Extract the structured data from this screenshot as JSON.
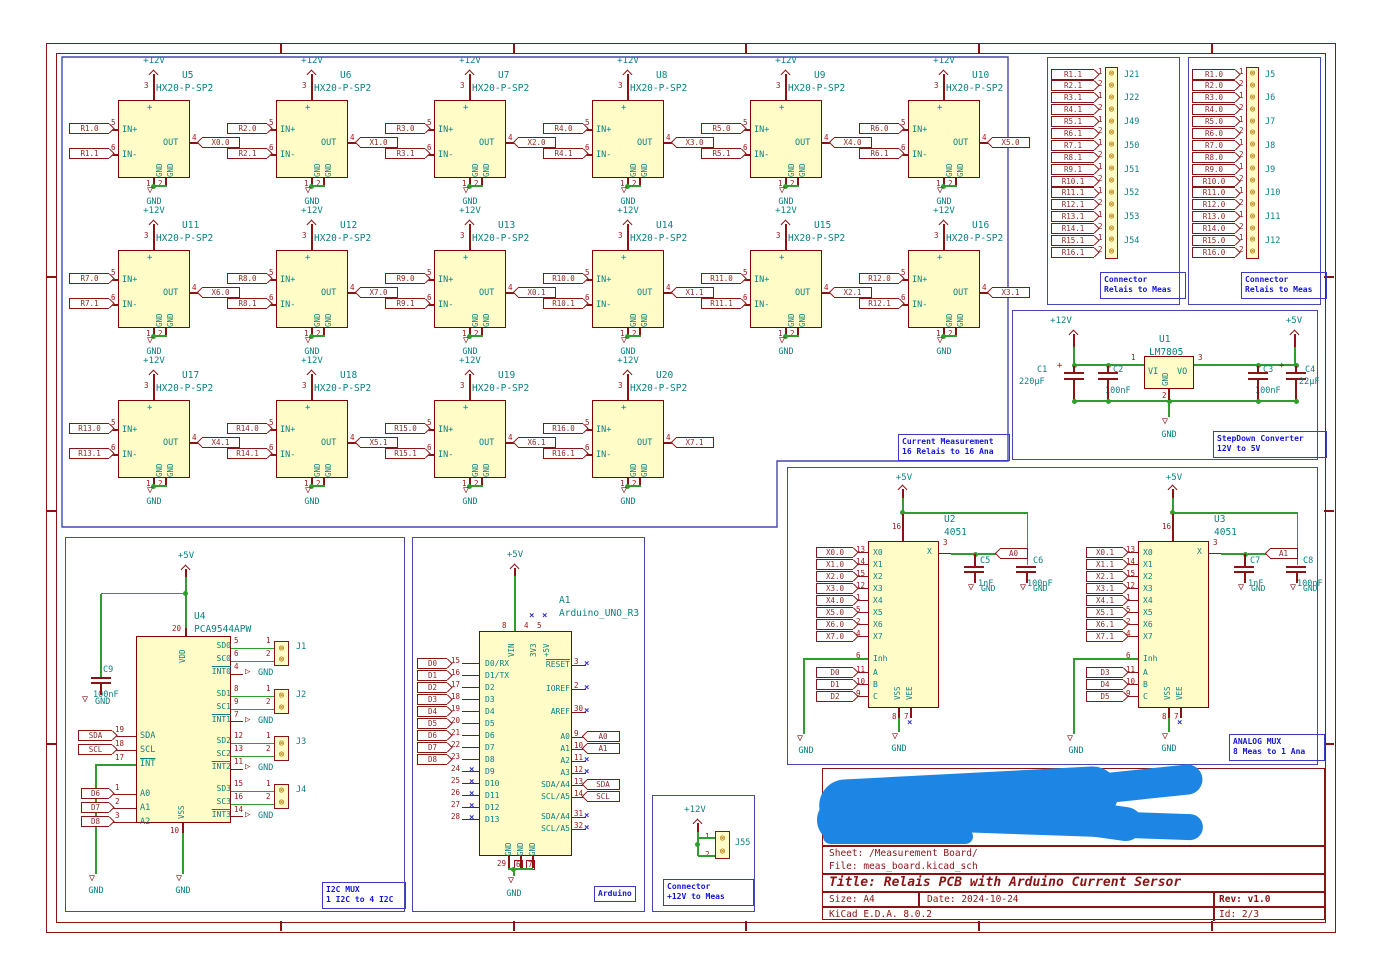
{
  "frame": {
    "cols": [
      "1",
      "2",
      "3",
      "4",
      "5",
      "6"
    ],
    "rows": [
      "A",
      "B",
      "C",
      "D"
    ]
  },
  "nets": {
    "gnd": "GND",
    "v12": "+12V",
    "v5": "+5V"
  },
  "relay_section": {
    "caption1": "Current Measurement",
    "caption2": "16 Relais to 16 Ana",
    "part": "HX20-P-SP2",
    "pins": {
      "plus": "3",
      "inp": "5",
      "inm": "6",
      "out": "4",
      "g1": "1",
      "g2": "2"
    },
    "pin_names": {
      "inp": "IN+",
      "inm": "IN-",
      "out": "OUT",
      "plus": "+",
      "gnd": "GND"
    },
    "relays": [
      {
        "ref": "U5",
        "inp": "R1.0",
        "inm": "R1.1",
        "out": "X0.0"
      },
      {
        "ref": "U6",
        "inp": "R2.0",
        "inm": "R2.1",
        "out": "X1.0"
      },
      {
        "ref": "U7",
        "inp": "R3.0",
        "inm": "R3.1",
        "out": "X2.0"
      },
      {
        "ref": "U8",
        "inp": "R4.0",
        "inm": "R4.1",
        "out": "X3.0"
      },
      {
        "ref": "U9",
        "inp": "R5.0",
        "inm": "R5.1",
        "out": "X4.0"
      },
      {
        "ref": "U10",
        "inp": "R6.0",
        "inm": "R6.1",
        "out": "X5.0"
      },
      {
        "ref": "U11",
        "inp": "R7.0",
        "inm": "R7.1",
        "out": "X6.0"
      },
      {
        "ref": "U12",
        "inp": "R8.0",
        "inm": "R8.1",
        "out": "X7.0"
      },
      {
        "ref": "U13",
        "inp": "R9.0",
        "inm": "R9.1",
        "out": "X0.1"
      },
      {
        "ref": "U14",
        "inp": "R10.0",
        "inm": "R10.1",
        "out": "X1.1"
      },
      {
        "ref": "U15",
        "inp": "R11.0",
        "inm": "R11.1",
        "out": "X2.1"
      },
      {
        "ref": "U16",
        "inp": "R12.0",
        "inm": "R12.1",
        "out": "X3.1"
      },
      {
        "ref": "U17",
        "inp": "R13.0",
        "inm": "R13.1",
        "out": "X4.1"
      },
      {
        "ref": "U18",
        "inp": "R14.0",
        "inm": "R14.1",
        "out": "X5.1"
      },
      {
        "ref": "U19",
        "inp": "R15.0",
        "inm": "R15.1",
        "out": "X6.1"
      },
      {
        "ref": "U20",
        "inp": "R16.0",
        "inm": "R16.1",
        "out": "X7.1"
      }
    ]
  },
  "conn_a": {
    "caption1": "Connector",
    "caption2": "Relais to Meas",
    "rows": [
      {
        "net": "R1.1",
        "pin": "1",
        "jref": "J21"
      },
      {
        "net": "R2.1",
        "pin": "2",
        "jref": ""
      },
      {
        "net": "R3.1",
        "pin": "1",
        "jref": "J22"
      },
      {
        "net": "R4.1",
        "pin": "2",
        "jref": ""
      },
      {
        "net": "R5.1",
        "pin": "1",
        "jref": "J49"
      },
      {
        "net": "R6.1",
        "pin": "2",
        "jref": ""
      },
      {
        "net": "R7.1",
        "pin": "1",
        "jref": "J50"
      },
      {
        "net": "R8.1",
        "pin": "2",
        "jref": ""
      },
      {
        "net": "R9.1",
        "pin": "1",
        "jref": "J51"
      },
      {
        "net": "R10.1",
        "pin": "2",
        "jref": ""
      },
      {
        "net": "R11.1",
        "pin": "1",
        "jref": "J52"
      },
      {
        "net": "R12.1",
        "pin": "2",
        "jref": ""
      },
      {
        "net": "R13.1",
        "pin": "1",
        "jref": "J53"
      },
      {
        "net": "R14.1",
        "pin": "2",
        "jref": ""
      },
      {
        "net": "R15.1",
        "pin": "1",
        "jref": "J54"
      },
      {
        "net": "R16.1",
        "pin": "2",
        "jref": ""
      }
    ]
  },
  "conn_b": {
    "caption1": "Connector",
    "caption2": "Relais to Meas",
    "rows": [
      {
        "net": "R1.0",
        "pin": "1",
        "jref": "J5"
      },
      {
        "net": "R2.0",
        "pin": "2",
        "jref": ""
      },
      {
        "net": "R3.0",
        "pin": "1",
        "jref": "J6"
      },
      {
        "net": "R4.0",
        "pin": "2",
        "jref": ""
      },
      {
        "net": "R5.0",
        "pin": "1",
        "jref": "J7"
      },
      {
        "net": "R6.0",
        "pin": "2",
        "jref": ""
      },
      {
        "net": "R7.0",
        "pin": "1",
        "jref": "J8"
      },
      {
        "net": "R8.0",
        "pin": "2",
        "jref": ""
      },
      {
        "net": "R9.0",
        "pin": "1",
        "jref": "J9"
      },
      {
        "net": "R10.0",
        "pin": "2",
        "jref": ""
      },
      {
        "net": "R11.0",
        "pin": "1",
        "jref": "J10"
      },
      {
        "net": "R12.0",
        "pin": "2",
        "jref": ""
      },
      {
        "net": "R13.0",
        "pin": "1",
        "jref": "J11"
      },
      {
        "net": "R14.0",
        "pin": "2",
        "jref": ""
      },
      {
        "net": "R15.0",
        "pin": "1",
        "jref": "J12"
      },
      {
        "net": "R16.0",
        "pin": "2",
        "jref": ""
      }
    ]
  },
  "stepdown": {
    "caption1": "StepDown Converter",
    "caption2": "12V to 5V",
    "ref": "U1",
    "part": "LM7805",
    "vi": "VI",
    "vo": "VO",
    "gnd": "GND",
    "p1": "1",
    "p2": "2",
    "p3": "3",
    "plus": "+",
    "c1": "C1",
    "c1v": "220µF",
    "c2": "C2",
    "c2v": "100nF",
    "c3": "C3",
    "c3v": "100nF",
    "c4": "C4",
    "c4v": "22µF"
  },
  "i2cmux": {
    "caption1": "I2C MUX",
    "caption2": "1 I2C to 4 I2C",
    "ref": "U4",
    "part": "PCA9544APW",
    "vdd": "VDD",
    "vddp": "20",
    "vss": "VSS",
    "vssp": "10",
    "c9": "C9",
    "c9v": "100nF",
    "p1": "1",
    "p2": "2",
    "sda": "SDA",
    "sdap": "19",
    "scl": "SCL",
    "sclp": "18",
    "int": "INT",
    "intp": "17",
    "addr": [
      {
        "net": "D6",
        "pin": "1",
        "name": "A0"
      },
      {
        "net": "D7",
        "pin": "2",
        "name": "A1"
      },
      {
        "net": "D8",
        "pin": "3",
        "name": "A2"
      }
    ],
    "groups": [
      {
        "sd": "SD0",
        "sdp": "5",
        "sc": "SC0",
        "scp": "6",
        "int": "INT0",
        "intp": "4",
        "jref": "J1"
      },
      {
        "sd": "SD1",
        "sdp": "8",
        "sc": "SC1",
        "scp": "9",
        "int": "INT1",
        "intp": "7",
        "jref": "J2"
      },
      {
        "sd": "SD2",
        "sdp": "12",
        "sc": "SC2",
        "scp": "13",
        "int": "INT2",
        "intp": "11",
        "jref": "J3"
      },
      {
        "sd": "SD3",
        "sdp": "15",
        "sc": "SC3",
        "scp": "16",
        "int": "INT3",
        "intp": "14",
        "jref": "J4"
      }
    ]
  },
  "arduino": {
    "caption": "Arduino",
    "ref": "A1",
    "part": "Arduino_UNO_R3",
    "vin": "VIN",
    "vinp": "8",
    "v33": "3V3",
    "v33p": "4",
    "v5": "+5V",
    "v5p": "5",
    "nc_icon": "×",
    "gnd": "GND",
    "gp1": "29",
    "gp2": "6",
    "gp3": "7",
    "left": [
      {
        "net": "D0",
        "pin": "15",
        "name": "D0/RX",
        "nc": ""
      },
      {
        "net": "D1",
        "pin": "16",
        "name": "D1/TX",
        "nc": ""
      },
      {
        "net": "D2",
        "pin": "17",
        "name": "D2",
        "nc": ""
      },
      {
        "net": "D3",
        "pin": "18",
        "name": "D3",
        "nc": ""
      },
      {
        "net": "D4",
        "pin": "19",
        "name": "D4",
        "nc": ""
      },
      {
        "net": "D5",
        "pin": "20",
        "name": "D5",
        "nc": ""
      },
      {
        "net": "D6",
        "pin": "21",
        "name": "D6",
        "nc": ""
      },
      {
        "net": "D7",
        "pin": "22",
        "name": "D7",
        "nc": ""
      },
      {
        "net": "D8",
        "pin": "23",
        "name": "D8",
        "nc": ""
      },
      {
        "net": "",
        "pin": "24",
        "name": "D9",
        "nc": "×"
      },
      {
        "net": "",
        "pin": "25",
        "name": "D10",
        "nc": "×"
      },
      {
        "net": "",
        "pin": "26",
        "name": "D11",
        "nc": "×"
      },
      {
        "net": "",
        "pin": "27",
        "name": "D12",
        "nc": "×"
      },
      {
        "net": "",
        "pin": "28",
        "name": "D13",
        "nc": "×"
      }
    ],
    "right": [
      {
        "name": "RESET",
        "pin": "3",
        "net": "",
        "nc": "×"
      },
      {
        "name": "IOREF",
        "pin": "2",
        "net": "",
        "nc": "×"
      },
      {
        "name": "AREF",
        "pin": "30",
        "net": "",
        "nc": "×"
      },
      {
        "name": "A0",
        "pin": "9",
        "net": "A0",
        "nc": ""
      },
      {
        "name": "A1",
        "pin": "10",
        "net": "A1",
        "nc": ""
      },
      {
        "name": "A2",
        "pin": "11",
        "net": "",
        "nc": "×"
      },
      {
        "name": "A3",
        "pin": "12",
        "net": "",
        "nc": "×"
      },
      {
        "name": "SDA/A4",
        "pin": "13",
        "net": "SDA",
        "nc": ""
      },
      {
        "name": "SCL/A5",
        "pin": "14",
        "net": "SCL",
        "nc": ""
      },
      {
        "name": "SDA/A4",
        "pin": "31",
        "net": "",
        "nc": "×"
      },
      {
        "name": "SCL/A5",
        "pin": "32",
        "net": "",
        "nc": "×"
      }
    ]
  },
  "amux": {
    "caption1": "ANALOG MUX",
    "caption2": "8 Meas to 1 Ana",
    "m1": {
      "ref": "U2",
      "part": "4051",
      "x": "X",
      "xp": "3",
      "out": "A0",
      "vdd": "VDD",
      "vddp": "16",
      "vss": "VSS",
      "vssp": "8",
      "vee": "VEE",
      "veep": "7",
      "inh": "Inh",
      "inhp": "6",
      "ca": "C5",
      "cav": "1nF",
      "cb": "C6",
      "cbv": "100nF",
      "nc_icon": "×",
      "xins": [
        {
          "net": "X0.0",
          "pin": "13",
          "name": "X0"
        },
        {
          "net": "X1.0",
          "pin": "14",
          "name": "X1"
        },
        {
          "net": "X2.0",
          "pin": "15",
          "name": "X2"
        },
        {
          "net": "X3.0",
          "pin": "12",
          "name": "X3"
        },
        {
          "net": "X4.0",
          "pin": "1",
          "name": "X4"
        },
        {
          "net": "X5.0",
          "pin": "5",
          "name": "X5"
        },
        {
          "net": "X6.0",
          "pin": "2",
          "name": "X6"
        },
        {
          "net": "X7.0",
          "pin": "4",
          "name": "X7"
        }
      ],
      "abc": [
        {
          "net": "D0",
          "pin": "11",
          "name": "A"
        },
        {
          "net": "D1",
          "pin": "10",
          "name": "B"
        },
        {
          "net": "D2",
          "pin": "9",
          "name": "C"
        }
      ]
    },
    "m2": {
      "ref": "U3",
      "part": "4051",
      "x": "X",
      "xp": "3",
      "out": "A1",
      "vdd": "VDD",
      "vddp": "16",
      "vss": "VSS",
      "vssp": "8",
      "vee": "VEE",
      "veep": "7",
      "inh": "Inh",
      "inhp": "6",
      "ca": "C7",
      "cav": "1nF",
      "cb": "C8",
      "cbv": "100nF",
      "nc_icon": "×",
      "xins": [
        {
          "net": "X0.1",
          "pin": "13",
          "name": "X0"
        },
        {
          "net": "X1.1",
          "pin": "14",
          "name": "X1"
        },
        {
          "net": "X2.1",
          "pin": "15",
          "name": "X2"
        },
        {
          "net": "X3.1",
          "pin": "12",
          "name": "X3"
        },
        {
          "net": "X4.1",
          "pin": "1",
          "name": "X4"
        },
        {
          "net": "X5.1",
          "pin": "5",
          "name": "X5"
        },
        {
          "net": "X6.1",
          "pin": "2",
          "name": "X6"
        },
        {
          "net": "X7.1",
          "pin": "4",
          "name": "X7"
        }
      ],
      "abc": [
        {
          "net": "D3",
          "pin": "11",
          "name": "A"
        },
        {
          "net": "D4",
          "pin": "10",
          "name": "B"
        },
        {
          "net": "D5",
          "pin": "9",
          "name": "C"
        }
      ]
    }
  },
  "j55": {
    "caption1": "Connector",
    "caption2": "+12V to Meas",
    "jref": "J55",
    "p1": "1",
    "p2": "2"
  },
  "titleblock": {
    "sheet": "Sheet: /Measurement Board/",
    "file": "File: meas_board.kicad_sch",
    "title": "Title: Relais PCB with Arduino Current Sersor",
    "size": "Size: A4",
    "date": "Date: 2024-10-24",
    "rev": "Rev: v1.0",
    "tool": "KiCad E.D.A. 8.0.2",
    "id": "Id: 2/3"
  }
}
